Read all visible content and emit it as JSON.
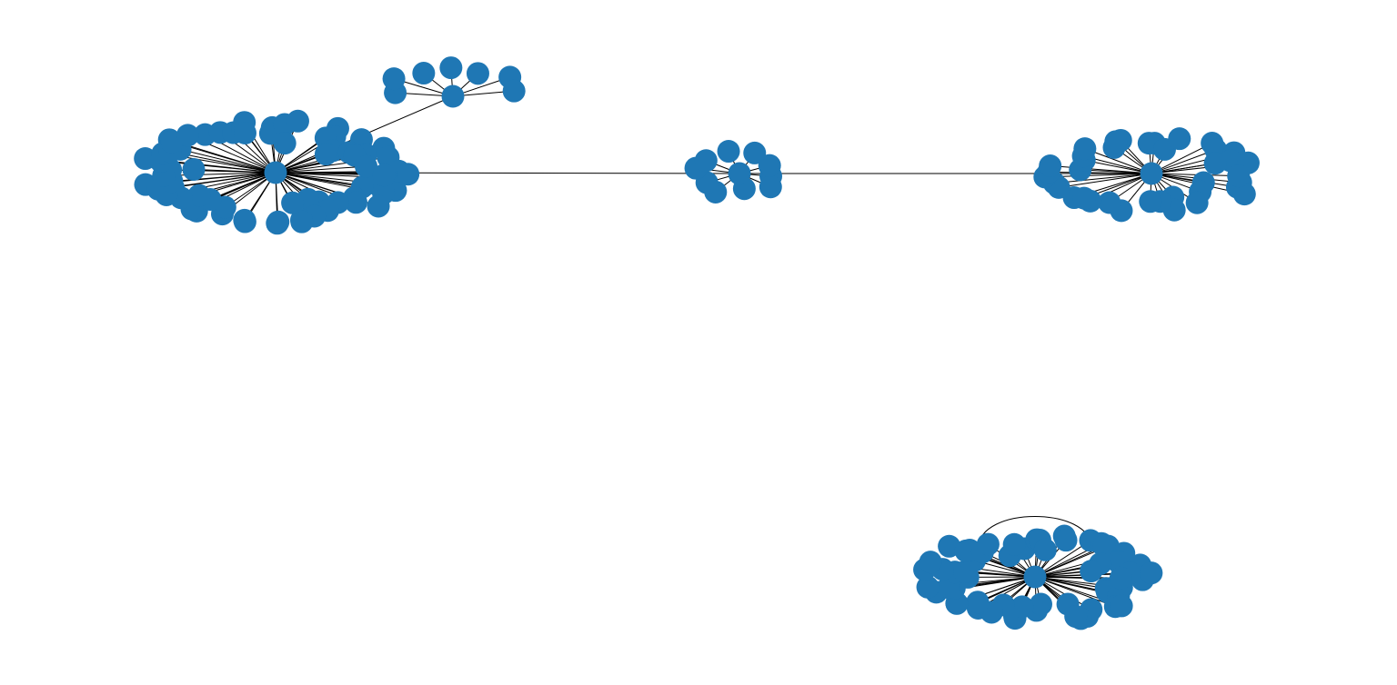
{
  "diagram": {
    "type": "network-graph",
    "node_color": "#1f77b4",
    "edge_color": "#000000",
    "background": "#ffffff",
    "labels_shown": false,
    "clusters": [
      {
        "id": "cluster-left",
        "hub": "left-hub",
        "leaf_count": 70,
        "connected_to": [
          "cluster-top-small",
          "cluster-center"
        ]
      },
      {
        "id": "cluster-top-small",
        "hub": "top-hub",
        "leaf_count": 7,
        "connected_to": [
          "cluster-left"
        ]
      },
      {
        "id": "cluster-center",
        "hub": "center-hub",
        "leaf_count": 10,
        "connected_to": [
          "cluster-left",
          "cluster-right"
        ]
      },
      {
        "id": "cluster-right",
        "hub": "right-hub",
        "leaf_count": 38,
        "connected_to": [
          "cluster-center"
        ]
      },
      {
        "id": "cluster-bottom",
        "hub": "bottom-hub",
        "leaf_count": 60,
        "connected_to": [],
        "has_self_loop": true
      }
    ]
  }
}
